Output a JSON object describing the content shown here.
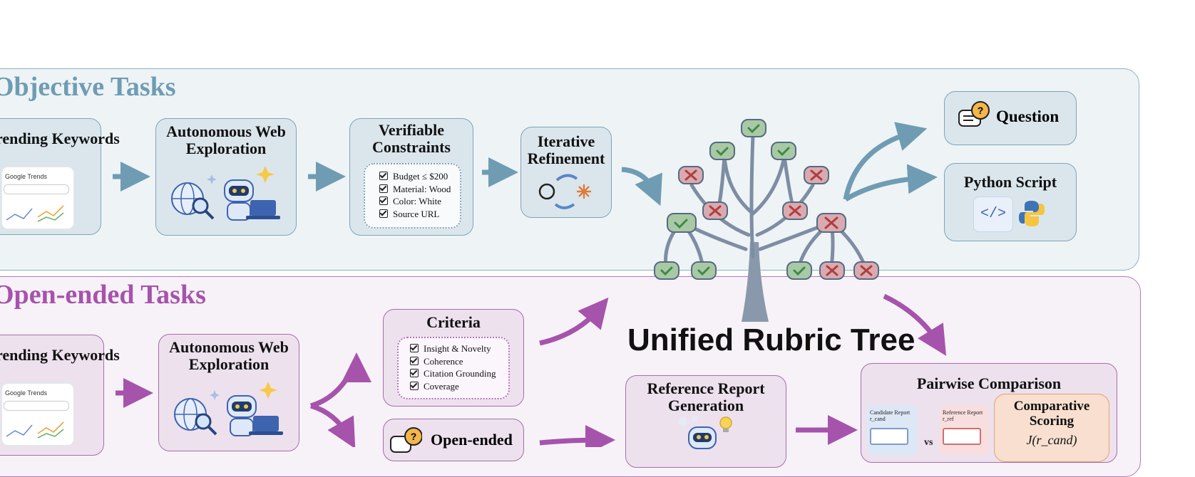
{
  "objective": {
    "title": "Objective Tasks",
    "keywords_title": "Trending Keywords",
    "keywords_widget": "Google Trends",
    "web_title": "Autonomous Web Exploration",
    "constraints_title": "Verifiable Constraints",
    "constraints": [
      "Budget ≤ $200",
      "Material: Wood",
      "Color: White",
      "Source URL"
    ],
    "refine_title": "Iterative Refinement",
    "outputs": [
      "Question",
      "Python Script"
    ]
  },
  "open_ended": {
    "title": "Open-ended Tasks",
    "keywords_title": "Trending Keywords",
    "keywords_widget": "Google Trends",
    "web_title": "Autonomous Web Exploration",
    "criteria_title": "Criteria",
    "criteria": [
      "Insight & Novelty",
      "Coherence",
      "Citation Grounding",
      "Coverage"
    ],
    "open_question_title": "Open-ended",
    "reference_title": "Reference Report Generation",
    "pairwise_title": "Pairwise Comparison",
    "candidate_label": "Candidate Report r_cand",
    "reference_label": "Reference Report r_ref",
    "vs": "vs",
    "scoring_title": "Comparative Scoring",
    "scoring_formula": "J(r_cand)"
  },
  "tree_title": "Unified Rubric Tree",
  "colors": {
    "blue_accent": "#6f9cb3",
    "purple_accent": "#a653ac",
    "check_green": "#5aa55e",
    "cross_red": "#c0504d"
  }
}
